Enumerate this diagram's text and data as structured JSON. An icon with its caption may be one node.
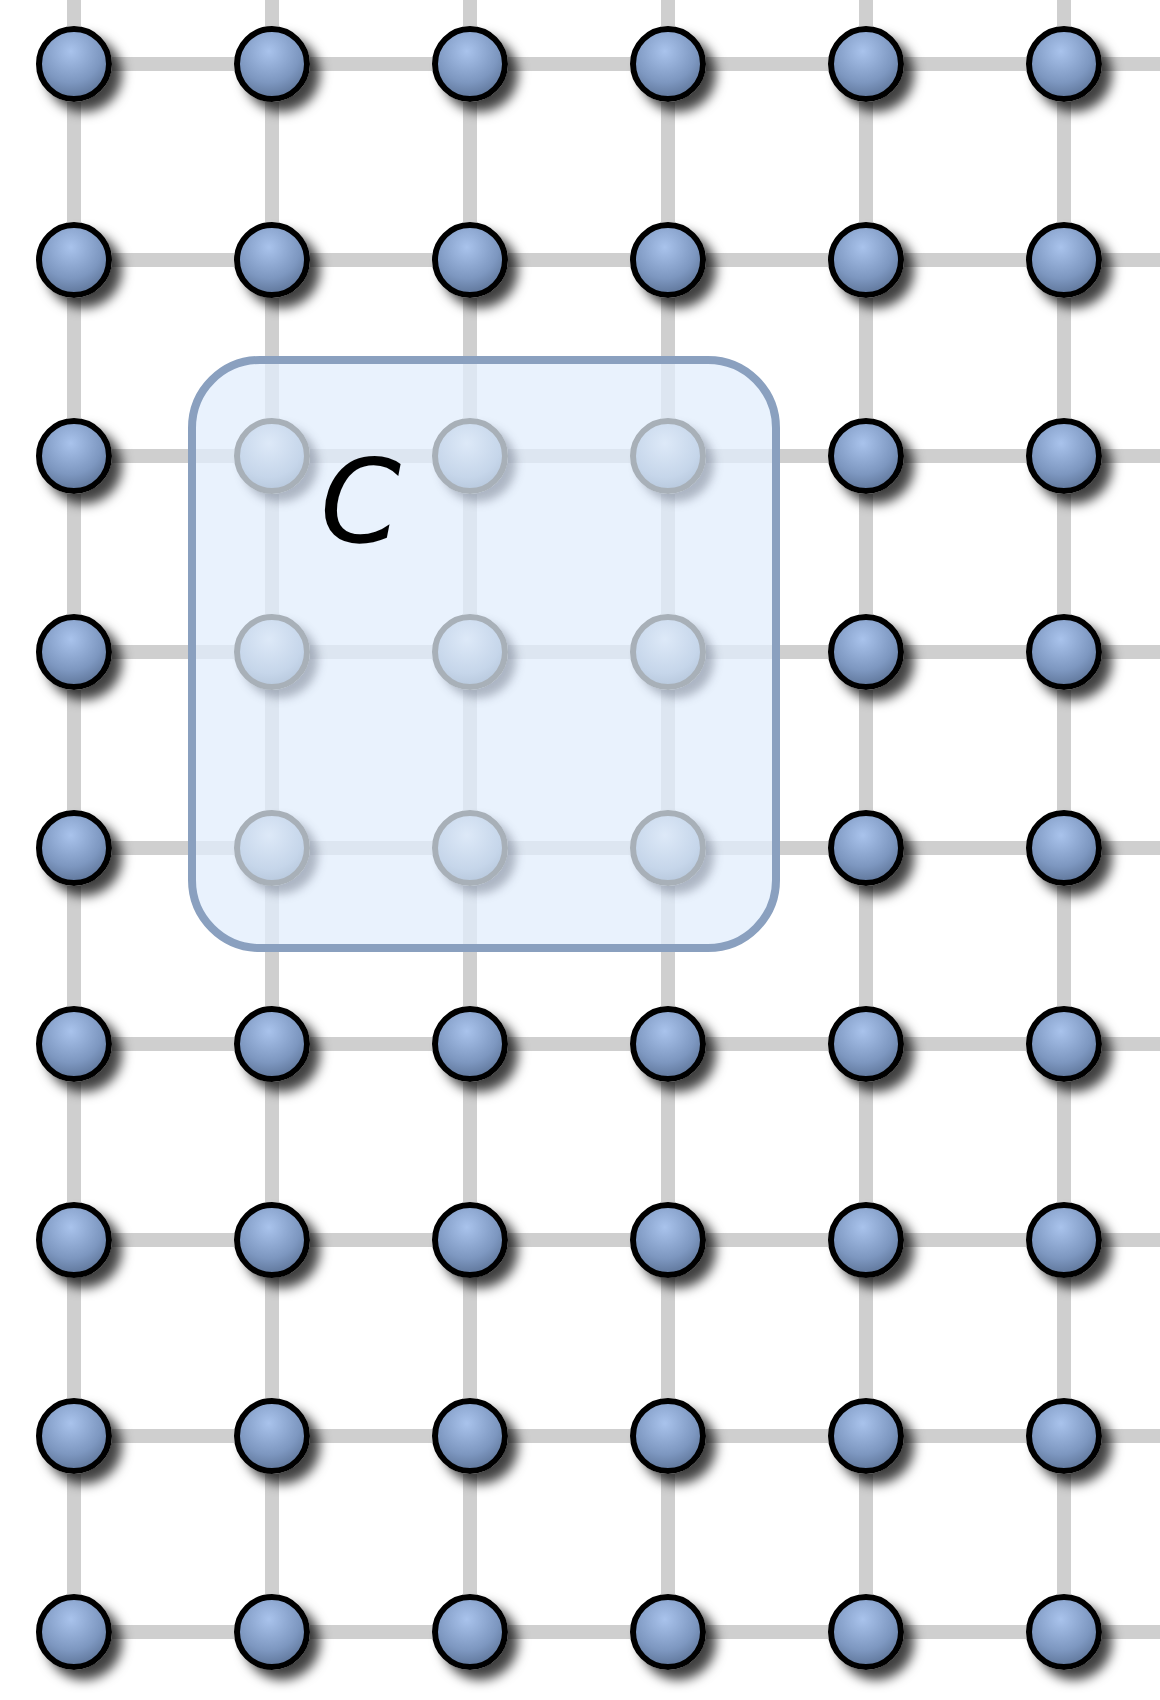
{
  "diagram": {
    "nodes": [
      {
        "text": [
          "C"
        ]
      },
      {
        "text": [],
        "shape": "circle"
      },
      {
        "text": [],
        "shape": "circle"
      },
      {
        "text": [],
        "shape": "circle"
      },
      {
        "text": [],
        "shape": "circle"
      },
      {
        "text": [],
        "shape": "circle"
      },
      {
        "text": [],
        "shape": "circle"
      },
      {
        "text": [],
        "shape": "circle"
      },
      {
        "text": [],
        "shape": "circle"
      },
      {
        "text": [],
        "shape": "circle"
      },
      {
        "text": [],
        "shape": "circle"
      },
      {
        "text": [],
        "shape": "circle"
      },
      {
        "text": [],
        "shape": "circle"
      },
      {
        "text": [],
        "shape": "circle"
      },
      {
        "text": [],
        "shape": "circle",
        "in": 0
      },
      {
        "text": [],
        "shape": "circle",
        "in": 0
      },
      {
        "text": [],
        "shape": "circle",
        "in": 0
      },
      {
        "text": [],
        "shape": "circle"
      },
      {
        "text": [],
        "shape": "circle"
      },
      {
        "text": [],
        "shape": "circle"
      },
      {
        "text": [],
        "shape": "circle",
        "in": 0
      },
      {
        "text": [],
        "shape": "circle",
        "in": 0
      },
      {
        "text": [],
        "shape": "circle",
        "in": 0
      },
      {
        "text": [],
        "shape": "circle"
      },
      {
        "text": [],
        "shape": "circle"
      },
      {
        "text": [],
        "shape": "circle"
      },
      {
        "text": [],
        "shape": "circle",
        "in": 0
      },
      {
        "text": [],
        "shape": "circle",
        "in": 0
      },
      {
        "text": [],
        "shape": "circle",
        "in": 0
      },
      {
        "text": [],
        "shape": "circle"
      },
      {
        "text": [],
        "shape": "circle"
      },
      {
        "text": [],
        "shape": "circle"
      },
      {
        "text": [],
        "shape": "circle"
      },
      {
        "text": [],
        "shape": "circle"
      },
      {
        "text": [],
        "shape": "circle"
      },
      {
        "text": [],
        "shape": "circle"
      },
      {
        "text": [],
        "shape": "circle"
      },
      {
        "text": [],
        "shape": "circle"
      },
      {
        "text": [],
        "shape": "circle"
      },
      {
        "text": [],
        "shape": "circle"
      },
      {
        "text": [],
        "shape": "circle"
      },
      {
        "text": [],
        "shape": "circle"
      },
      {
        "text": [],
        "shape": "circle"
      },
      {
        "text": [],
        "shape": "circle"
      },
      {
        "text": [],
        "shape": "circle"
      },
      {
        "text": [],
        "shape": "circle"
      },
      {
        "text": [],
        "shape": "circle"
      },
      {
        "text": [],
        "shape": "circle"
      },
      {
        "text": [],
        "shape": "circle"
      },
      {
        "text": [],
        "shape": "circle"
      },
      {
        "text": [],
        "shape": "circle"
      },
      {
        "text": [],
        "shape": "circle"
      },
      {
        "text": [],
        "shape": "circle"
      },
      {
        "text": [],
        "shape": "circle"
      },
      {
        "text": [],
        "shape": "circle"
      }
    ],
    "edges": [
      {
        "from": 1,
        "to": 2,
        "arrow": "none"
      },
      {
        "from": 2,
        "to": 3,
        "arrow": "none"
      },
      {
        "from": 3,
        "to": 4,
        "arrow": "none"
      },
      {
        "from": 4,
        "to": 5,
        "arrow": "none"
      },
      {
        "from": 5,
        "to": 6,
        "arrow": "none"
      },
      {
        "from": 7,
        "to": 8,
        "arrow": "none"
      },
      {
        "from": 8,
        "to": 9,
        "arrow": "none"
      },
      {
        "from": 9,
        "to": 10,
        "arrow": "none"
      },
      {
        "from": 10,
        "to": 11,
        "arrow": "none"
      },
      {
        "from": 11,
        "to": 12,
        "arrow": "none"
      },
      {
        "from": 13,
        "to": 14,
        "arrow": "none"
      },
      {
        "from": 14,
        "to": 15,
        "arrow": "none"
      },
      {
        "from": 15,
        "to": 16,
        "arrow": "none"
      },
      {
        "from": 16,
        "to": 17,
        "arrow": "none"
      },
      {
        "from": 17,
        "to": 18,
        "arrow": "none"
      },
      {
        "from": 19,
        "to": 20,
        "arrow": "none"
      },
      {
        "from": 20,
        "to": 21,
        "arrow": "none"
      },
      {
        "from": 21,
        "to": 22,
        "arrow": "none"
      },
      {
        "from": 22,
        "to": 23,
        "arrow": "none"
      },
      {
        "from": 23,
        "to": 24,
        "arrow": "none"
      },
      {
        "from": 25,
        "to": 26,
        "arrow": "none"
      },
      {
        "from": 26,
        "to": 27,
        "arrow": "none"
      },
      {
        "from": 27,
        "to": 28,
        "arrow": "none"
      },
      {
        "from": 28,
        "to": 29,
        "arrow": "none"
      },
      {
        "from": 29,
        "to": 30,
        "arrow": "none"
      },
      {
        "from": 31,
        "to": 32,
        "arrow": "none"
      },
      {
        "from": 32,
        "to": 33,
        "arrow": "none"
      },
      {
        "from": 33,
        "to": 34,
        "arrow": "none"
      },
      {
        "from": 34,
        "to": 35,
        "arrow": "none"
      },
      {
        "from": 35,
        "to": 36,
        "arrow": "none"
      },
      {
        "from": 37,
        "to": 38,
        "arrow": "none"
      },
      {
        "from": 38,
        "to": 39,
        "arrow": "none"
      },
      {
        "from": 39,
        "to": 40,
        "arrow": "none"
      },
      {
        "from": 40,
        "to": 41,
        "arrow": "none"
      },
      {
        "from": 41,
        "to": 42,
        "arrow": "none"
      },
      {
        "from": 43,
        "to": 44,
        "arrow": "none"
      },
      {
        "from": 44,
        "to": 45,
        "arrow": "none"
      },
      {
        "from": 45,
        "to": 46,
        "arrow": "none"
      },
      {
        "from": 46,
        "to": 47,
        "arrow": "none"
      },
      {
        "from": 47,
        "to": 48,
        "arrow": "none"
      },
      {
        "from": 49,
        "to": 50,
        "arrow": "none"
      },
      {
        "from": 50,
        "to": 51,
        "arrow": "none"
      },
      {
        "from": 51,
        "to": 52,
        "arrow": "none"
      },
      {
        "from": 52,
        "to": 53,
        "arrow": "none"
      },
      {
        "from": 53,
        "to": 54,
        "arrow": "none"
      },
      {
        "from": 1,
        "to": 7,
        "arrow": "none"
      },
      {
        "from": 2,
        "to": 8,
        "arrow": "none"
      },
      {
        "from": 3,
        "to": 9,
        "arrow": "none"
      },
      {
        "from": 4,
        "to": 10,
        "arrow": "none"
      },
      {
        "from": 5,
        "to": 11,
        "arrow": "none"
      },
      {
        "from": 6,
        "to": 12,
        "arrow": "none"
      },
      {
        "from": 7,
        "to": 13,
        "arrow": "none"
      },
      {
        "from": 8,
        "to": 14,
        "arrow": "none"
      },
      {
        "from": 9,
        "to": 15,
        "arrow": "none"
      },
      {
        "from": 10,
        "to": 16,
        "arrow": "none"
      },
      {
        "from": 11,
        "to": 17,
        "arrow": "none"
      },
      {
        "from": 12,
        "to": 18,
        "arrow": "none"
      },
      {
        "from": 13,
        "to": 19,
        "arrow": "none"
      },
      {
        "from": 14,
        "to": 20,
        "arrow": "none"
      },
      {
        "from": 15,
        "to": 21,
        "arrow": "none"
      },
      {
        "from": 16,
        "to": 22,
        "arrow": "none"
      },
      {
        "from": 17,
        "to": 23,
        "arrow": "none"
      },
      {
        "from": 18,
        "to": 24,
        "arrow": "none"
      },
      {
        "from": 19,
        "to": 25,
        "arrow": "none"
      },
      {
        "from": 20,
        "to": 26,
        "arrow": "none"
      },
      {
        "from": 21,
        "to": 27,
        "arrow": "none"
      },
      {
        "from": 22,
        "to": 28,
        "arrow": "none"
      },
      {
        "from": 23,
        "to": 29,
        "arrow": "none"
      },
      {
        "from": 24,
        "to": 30,
        "arrow": "none"
      },
      {
        "from": 25,
        "to": 31,
        "arrow": "none"
      },
      {
        "from": 26,
        "to": 32,
        "arrow": "none"
      },
      {
        "from": 27,
        "to": 33,
        "arrow": "none"
      },
      {
        "from": 28,
        "to": 34,
        "arrow": "none"
      },
      {
        "from": 29,
        "to": 35,
        "arrow": "none"
      },
      {
        "from": 30,
        "to": 36,
        "arrow": "none"
      },
      {
        "from": 31,
        "to": 37,
        "arrow": "none"
      },
      {
        "from": 32,
        "to": 38,
        "arrow": "none"
      },
      {
        "from": 33,
        "to": 39,
        "arrow": "none"
      },
      {
        "from": 34,
        "to": 40,
        "arrow": "none"
      },
      {
        "from": 35,
        "to": 41,
        "arrow": "none"
      },
      {
        "from": 36,
        "to": 42,
        "arrow": "none"
      },
      {
        "from": 37,
        "to": 43,
        "arrow": "none"
      },
      {
        "from": 38,
        "to": 44,
        "arrow": "none"
      },
      {
        "from": 39,
        "to": 45,
        "arrow": "none"
      },
      {
        "from": 40,
        "to": 46,
        "arrow": "none"
      },
      {
        "from": 41,
        "to": 47,
        "arrow": "none"
      },
      {
        "from": 42,
        "to": 48,
        "arrow": "none"
      },
      {
        "from": 43,
        "to": 49,
        "arrow": "none"
      },
      {
        "from": 44,
        "to": 50,
        "arrow": "none"
      },
      {
        "from": 45,
        "to": 51,
        "arrow": "none"
      },
      {
        "from": 46,
        "to": 52,
        "arrow": "none"
      },
      {
        "from": 47,
        "to": 53,
        "arrow": "none"
      },
      {
        "from": 48,
        "to": 54,
        "arrow": "none"
      },
      {
        "from": 1,
        "to": null,
        "arrow": "none"
      },
      {
        "from": 2,
        "to": null,
        "arrow": "none"
      },
      {
        "from": 3,
        "to": null,
        "arrow": "none"
      },
      {
        "from": 4,
        "to": null,
        "arrow": "none"
      },
      {
        "from": 5,
        "to": null,
        "arrow": "none"
      },
      {
        "from": 6,
        "to": null,
        "arrow": "none"
      },
      {
        "from": 6,
        "to": null,
        "arrow": "none"
      },
      {
        "from": 12,
        "to": null,
        "arrow": "none"
      },
      {
        "from": 18,
        "to": null,
        "arrow": "none"
      },
      {
        "from": 24,
        "to": null,
        "arrow": "none"
      },
      {
        "from": 30,
        "to": null,
        "arrow": "none"
      },
      {
        "from": 36,
        "to": null,
        "arrow": "none"
      },
      {
        "from": 42,
        "to": null,
        "arrow": "none"
      },
      {
        "from": 48,
        "to": null,
        "arrow": "none"
      },
      {
        "from": 54,
        "to": null,
        "arrow": "none"
      }
    ]
  }
}
